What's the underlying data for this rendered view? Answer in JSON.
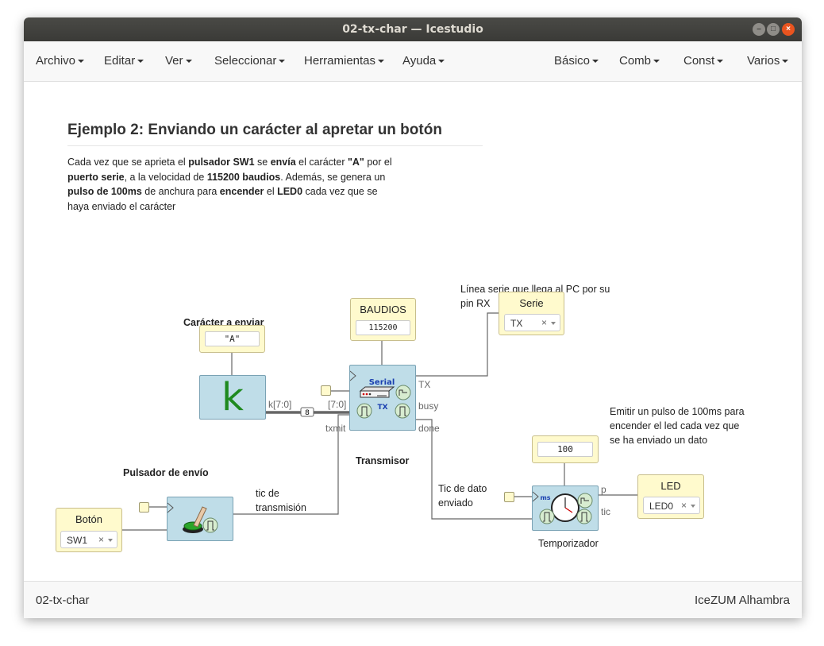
{
  "window": {
    "title": "02-tx-char — Icestudio"
  },
  "menu": {
    "left": [
      "Archivo",
      "Editar",
      "Ver",
      "Seleccionar",
      "Herramientas",
      "Ayuda"
    ],
    "right": [
      "Básico",
      "Comb",
      "Const",
      "Varios"
    ]
  },
  "doc": {
    "heading": "Ejemplo 2: Enviando un carácter al apretar un botón",
    "desc_parts": [
      {
        "t": "Cada vez que se aprieta el "
      },
      {
        "b": "pulsador SW1"
      },
      {
        "t": " se "
      },
      {
        "b": "envía"
      },
      {
        "t": " el carácter "
      },
      {
        "b": "\"A\""
      },
      {
        "t": " por el "
      },
      {
        "b": "puerto serie"
      },
      {
        "t": ", a la velocidad de "
      },
      {
        "b": "115200 baudios"
      },
      {
        "t": ". Además, se genera un "
      },
      {
        "b": "pulso de 100ms"
      },
      {
        "t": " de anchura para "
      },
      {
        "b": "encender"
      },
      {
        "t": " el "
      },
      {
        "b": "LED0"
      },
      {
        "t": " cada vez que se haya enviado el carácter"
      }
    ]
  },
  "labels": {
    "caracter": "Carácter a enviar",
    "pulsador": "Pulsador de envío",
    "transmisor": "Transmisor",
    "temporizador": "Temporizador"
  },
  "notes": {
    "linea_serie": "Línea serie que llega al PC por su pin RX",
    "tic_transmision": "tic de transmisión",
    "tic_dato": "Tic de dato enviado",
    "emitir": "Emitir un pulso de 100ms para encender el led cada vez que se ha enviado un dato"
  },
  "blocks": {
    "char_const": {
      "value": "\"A\""
    },
    "k_block": {
      "glyph": "k",
      "out_label": "k[7:0]",
      "bus_width": "8"
    },
    "baudios": {
      "title": "BAUDIOS",
      "value": "115200"
    },
    "serial_tx": {
      "in_data": "[7:0]",
      "in_txmit": "txmit",
      "out_tx": "TX",
      "out_busy": "busy",
      "out_done": "done",
      "icon_title": "Serial",
      "icon_sub": "TX"
    },
    "serie": {
      "title": "Serie",
      "value": "TX"
    },
    "boton": {
      "title": "Botón",
      "value": "SW1"
    },
    "timer_const": {
      "value": "100"
    },
    "timer": {
      "out_p": "p",
      "out_tic": "tic",
      "unit": "ms"
    },
    "led": {
      "title": "LED",
      "value": "LED0"
    }
  },
  "footer": {
    "left": "02-tx-char",
    "right": "IceZUM Alhambra"
  },
  "colors": {
    "titlebar": "#3e3e3b",
    "close": "#e9541f",
    "block_blue": "#bfdde8",
    "block_yellow": "#fffacd",
    "k_green": "#1f8a1f"
  }
}
